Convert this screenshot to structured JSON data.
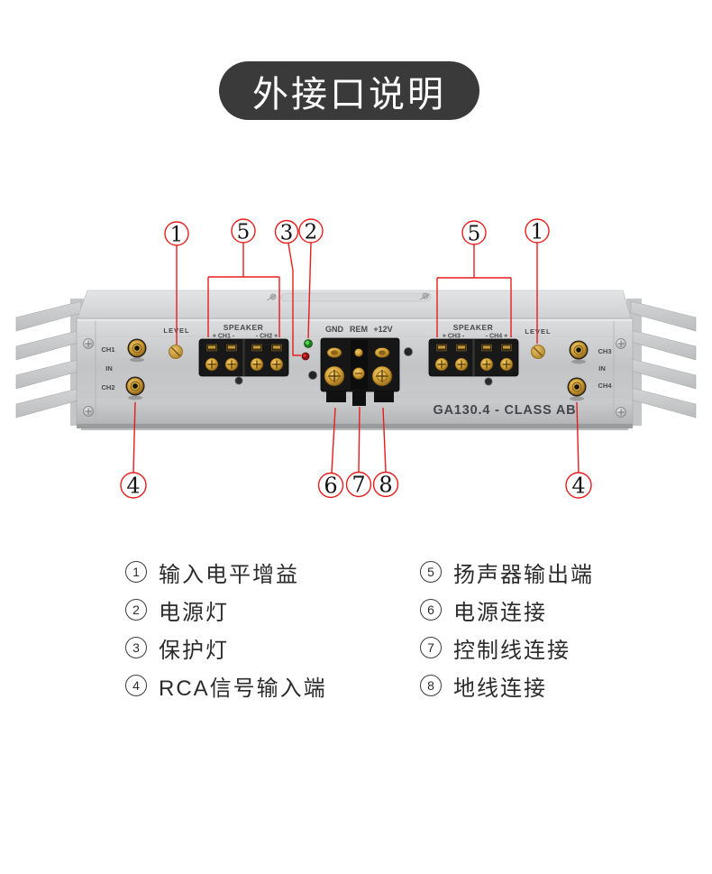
{
  "title": "外接口说明",
  "amp": {
    "model": "GA130.4 - CLASS AB",
    "labels": {
      "ch1": "CH1",
      "in_left": "IN",
      "ch2": "CH2",
      "level_left": "LEVEL",
      "speaker_left": "SPEAKER",
      "sp_l_a": "+ CH1 -",
      "sp_l_b": "- CH2 +",
      "gnd": "GND",
      "rem": "REM",
      "v12": "+12V",
      "speaker_right": "SPEAKER",
      "sp_r_a": "+ CH3 -",
      "sp_r_b": "- CH4 +",
      "level_right": "LEVEL",
      "ch3": "CH3",
      "in_right": "IN",
      "ch4": "CH4"
    }
  },
  "callouts": {
    "top": [
      "1",
      "5",
      "3",
      "2",
      "5",
      "1"
    ],
    "bottom": [
      "4",
      "6",
      "7",
      "8",
      "4"
    ]
  },
  "legend": {
    "items": [
      {
        "num": "1",
        "label": "输入电平增益"
      },
      {
        "num": "2",
        "label": "电源灯"
      },
      {
        "num": "3",
        "label": "保护灯"
      },
      {
        "num": "4",
        "label": "RCA信号输入端"
      },
      {
        "num": "5",
        "label": "扬声器输出端"
      },
      {
        "num": "6",
        "label": "电源连接"
      },
      {
        "num": "7",
        "label": "控制线连接"
      },
      {
        "num": "8",
        "label": "地线连接"
      }
    ]
  },
  "colors": {
    "banner_bg": "#3a3a3a",
    "accent_red": "#e81c1c",
    "panel_silver": "#c8c9cb",
    "terminal_gold": "#c9952c",
    "led_green": "#3fae3f",
    "led_red": "#d42020"
  }
}
